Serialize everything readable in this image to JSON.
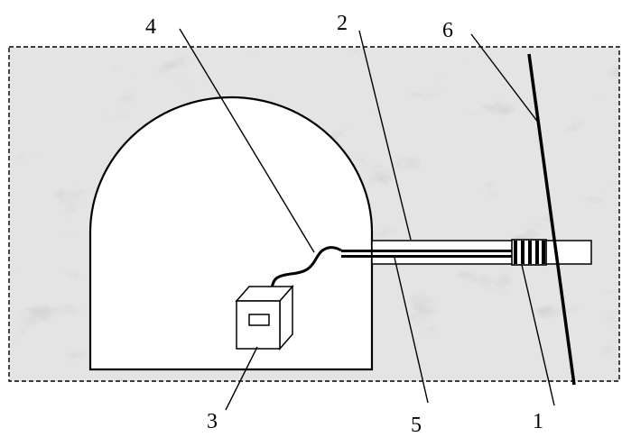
{
  "callouts": [
    {
      "id": "1",
      "label": "1"
    },
    {
      "id": "2",
      "label": "2"
    },
    {
      "id": "3",
      "label": "3"
    },
    {
      "id": "4",
      "label": "4"
    },
    {
      "id": "5",
      "label": "5"
    },
    {
      "id": "6",
      "label": "6"
    }
  ],
  "colors": {
    "rock_base": "#dcdcdc",
    "rock_vein": "#9a9a9a",
    "line": "#000000",
    "cavity_fill": "#ffffff"
  }
}
